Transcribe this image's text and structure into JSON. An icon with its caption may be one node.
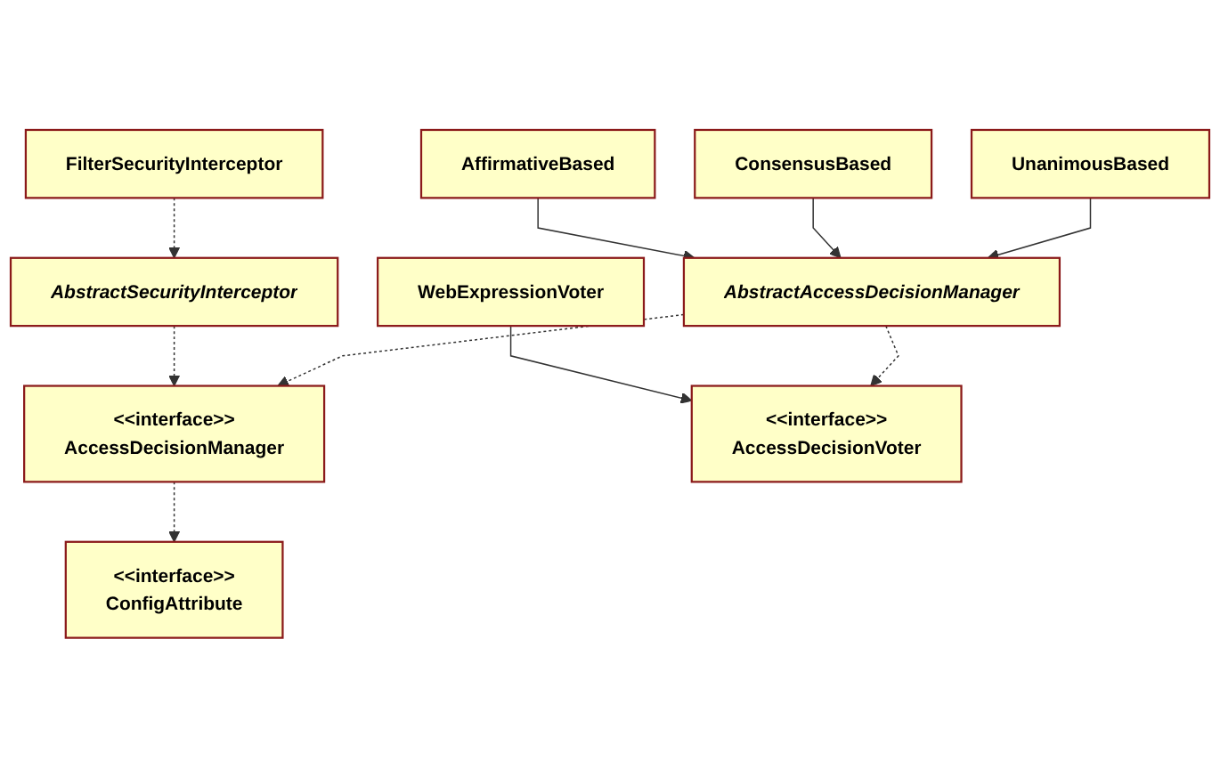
{
  "diagram": {
    "nodes": [
      {
        "text": [
          "AbstractSecurityInterceptor"
        ]
      },
      {
        "text": [
          "FilterSecurityInterceptor"
        ]
      },
      {
        "text": [
          "<<interface>>",
          "ConfigAttribute"
        ]
      },
      {
        "text": [
          "<<interface>>",
          "AccessDecisionManager"
        ]
      },
      {
        "text": [
          "WebExpressionVoter"
        ]
      },
      {
        "text": [
          "AbstractAccessDecisionManager"
        ]
      },
      {
        "text": [
          "<<interface>>",
          "AccessDecisionVoter"
        ]
      },
      {
        "text": [
          "AffirmativeBased"
        ]
      },
      {
        "text": [
          "ConsensusBased"
        ]
      },
      {
        "text": [
          "UnanimousBased"
        ]
      }
    ],
    "edges": [
      {
        "from": 1,
        "to": 0,
        "arrow": "to",
        "style": "dashed"
      },
      {
        "from": 0,
        "to": 3,
        "arrow": "to",
        "style": "dashed"
      },
      {
        "from": 3,
        "to": 2,
        "arrow": "to",
        "style": "dashed"
      },
      {
        "from": 5,
        "to": 3,
        "arrow": "to",
        "style": "dashed"
      },
      {
        "from": 4,
        "to": 6,
        "arrow": "to"
      },
      {
        "from": 5,
        "to": 6,
        "arrow": "to",
        "style": "dashed"
      },
      {
        "from": 7,
        "to": 5,
        "arrow": "to"
      },
      {
        "from": 8,
        "to": 5,
        "arrow": "to"
      },
      {
        "from": 9,
        "to": 5,
        "arrow": "to"
      }
    ]
  }
}
